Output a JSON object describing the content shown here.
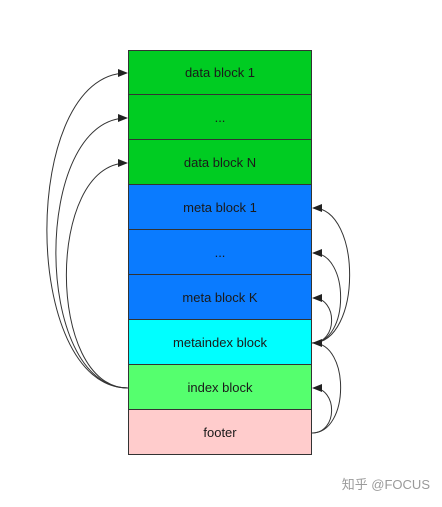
{
  "blocks": [
    {
      "label": "data block 1",
      "color": "#00cc22"
    },
    {
      "label": "...",
      "color": "#00cc22"
    },
    {
      "label": "data block N",
      "color": "#00cc22"
    },
    {
      "label": "meta block 1",
      "color": "#0a7bff"
    },
    {
      "label": "...",
      "color": "#0a7bff"
    },
    {
      "label": "meta block K",
      "color": "#0a7bff"
    },
    {
      "label": "metaindex block",
      "color": "#00ffff"
    },
    {
      "label": "index block",
      "color": "#55ff6e"
    },
    {
      "label": "footer",
      "color": "#ffcccc"
    }
  ],
  "watermark": "知乎 @FOCUS"
}
